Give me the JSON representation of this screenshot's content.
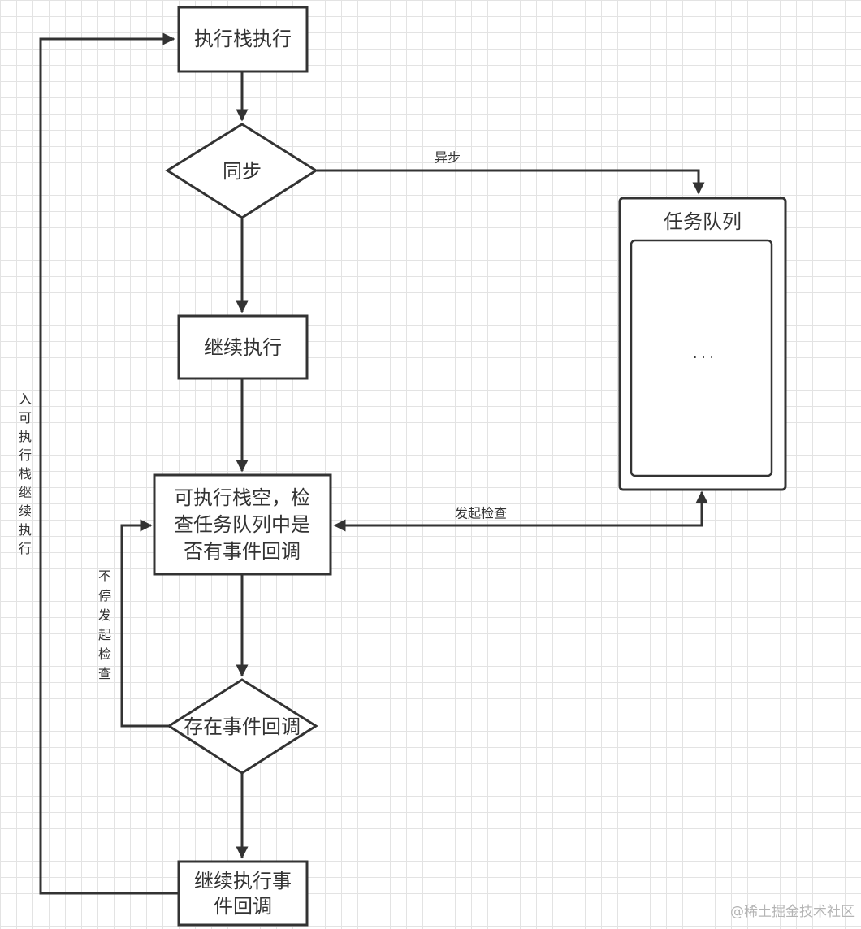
{
  "nodes": {
    "exec_stack_run": "执行栈执行",
    "sync": "同步",
    "continue_exec": "继续执行",
    "check_queue": [
      "可执行栈空，检",
      "查任务队列中是",
      "否有事件回调"
    ],
    "has_callback": "存在事件回调",
    "run_callback": [
      "继续执行事",
      "件回调"
    ],
    "task_queue": "任务队列",
    "task_queue_items": "· · ·"
  },
  "edge_labels": {
    "async": "异步",
    "initiate_check": "发起检查",
    "keep_checking": "不停发起检查",
    "push_to_stack": "入可执行栈继续执行"
  },
  "watermark": "@稀土掘金技术社区"
}
